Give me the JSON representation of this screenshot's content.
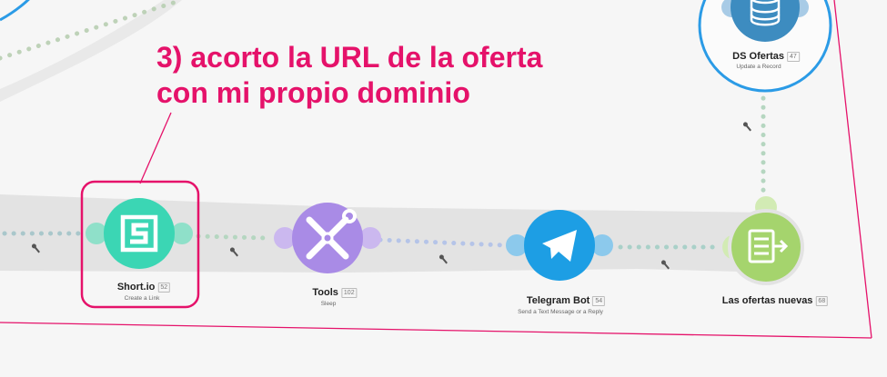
{
  "annotation": {
    "line1": "3) acorto la URL de la oferta",
    "line2": "con mi propio dominio"
  },
  "colors": {
    "annotation": "#e5126a",
    "shortio": "#3bd6b4",
    "tools": "#a98be6",
    "telegram": "#1d9ee4",
    "feeder": "#a5d46d",
    "datastore": "#3d8cc0",
    "route_band": "#dedede",
    "zone_border": "#e5126a",
    "ring": "#2b9be6"
  },
  "modules": [
    {
      "key": "shortio",
      "name": "Short.io",
      "id": "52",
      "subtitle": "Create a Link",
      "icon": "shortio-logo-icon"
    },
    {
      "key": "tools",
      "name": "Tools",
      "id": "102",
      "subtitle": "Sleep",
      "icon": "tools-icon"
    },
    {
      "key": "telegram",
      "name": "Telegram Bot",
      "id": "54",
      "subtitle": "Send a Text Message or a Reply",
      "icon": "telegram-icon"
    },
    {
      "key": "feeder",
      "name": "Las ofertas nuevas",
      "id": "68",
      "subtitle": "",
      "icon": "feeder-icon"
    },
    {
      "key": "datastore",
      "name": "DS Ofertas",
      "id": "47",
      "subtitle": "Update a Record",
      "icon": "database-icon"
    }
  ]
}
